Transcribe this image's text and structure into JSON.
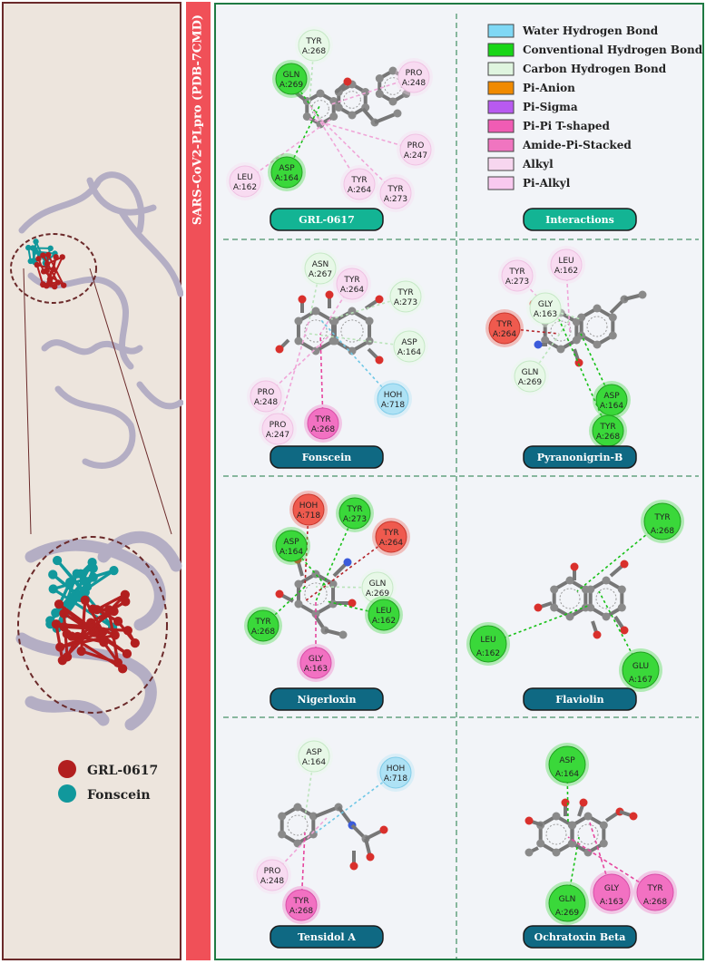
{
  "title": "SARS-CoV2-PLpro (PDB-7CMD)",
  "structure_legend": [
    {
      "label": "GRL-0617",
      "color": "#b21f1f"
    },
    {
      "label": "Fonscein",
      "color": "#11989c"
    }
  ],
  "interaction_legend": [
    {
      "label": "Water Hydrogen Bond",
      "color": "#7fd8f5"
    },
    {
      "label": "Conventional Hydrogen Bond",
      "color": "#17d617"
    },
    {
      "label": "Carbon Hydrogen Bond",
      "color": "#dff5df"
    },
    {
      "label": "Pi-Anion",
      "color": "#f08a00"
    },
    {
      "label": "Pi-Sigma",
      "color": "#b85af0"
    },
    {
      "label": "Pi-Pi T-shaped",
      "color": "#f05cb4"
    },
    {
      "label": "Amide-Pi-Stacked",
      "color": "#f075c0"
    },
    {
      "label": "Alkyl",
      "color": "#f7d6ef"
    },
    {
      "label": "Pi-Alkyl",
      "color": "#f9c9ef"
    }
  ],
  "panels": [
    {
      "label": "GRL-0617",
      "residues": [
        {
          "name": "TYR",
          "num": "A:268",
          "type": "carbon"
        },
        {
          "name": "GLN",
          "num": "A:269",
          "type": "conv"
        },
        {
          "name": "PRO",
          "num": "A:248",
          "type": "alkyl"
        },
        {
          "name": "PRO",
          "num": "A:247",
          "type": "alkyl"
        },
        {
          "name": "ASP",
          "num": "A:164",
          "type": "conv"
        },
        {
          "name": "LEU",
          "num": "A:162",
          "type": "alkyl"
        },
        {
          "name": "TYR",
          "num": "A:264",
          "type": "alkyl"
        },
        {
          "name": "TYR",
          "num": "A:273",
          "type": "alkyl"
        }
      ]
    },
    {
      "label": "Interactions",
      "residues": []
    },
    {
      "label": "Fonscein",
      "residues": [
        {
          "name": "ASN",
          "num": "A:267",
          "type": "carbon"
        },
        {
          "name": "TYR",
          "num": "A:264",
          "type": "alkyl"
        },
        {
          "name": "TYR",
          "num": "A:273",
          "type": "carbon"
        },
        {
          "name": "ASP",
          "num": "A:164",
          "type": "carbon"
        },
        {
          "name": "HOH",
          "num": "A:718",
          "type": "water"
        },
        {
          "name": "PRO",
          "num": "A:248",
          "type": "alkyl"
        },
        {
          "name": "PRO",
          "num": "A:247",
          "type": "alkyl"
        },
        {
          "name": "TYR",
          "num": "A:268",
          "type": "pipi"
        }
      ]
    },
    {
      "label": "Pyranonigrin-B",
      "residues": [
        {
          "name": "TYR",
          "num": "A:273",
          "type": "alkyl"
        },
        {
          "name": "LEU",
          "num": "A:162",
          "type": "alkyl"
        },
        {
          "name": "GLY",
          "num": "A:163",
          "type": "carbon"
        },
        {
          "name": "TYR",
          "num": "A:264",
          "type": "unfav"
        },
        {
          "name": "GLN",
          "num": "A:269",
          "type": "carbon"
        },
        {
          "name": "ASP",
          "num": "A:164",
          "type": "conv"
        },
        {
          "name": "TYR",
          "num": "A:268",
          "type": "conv"
        }
      ]
    },
    {
      "label": "Nigerloxin",
      "residues": [
        {
          "name": "HOH",
          "num": "A:718",
          "type": "unfav"
        },
        {
          "name": "TYR",
          "num": "A:273",
          "type": "conv"
        },
        {
          "name": "ASP",
          "num": "A:164",
          "type": "conv"
        },
        {
          "name": "TYR",
          "num": "A:264",
          "type": "unfav"
        },
        {
          "name": "GLN",
          "num": "A:269",
          "type": "carbon"
        },
        {
          "name": "LEU",
          "num": "A:162",
          "type": "conv"
        },
        {
          "name": "TYR",
          "num": "A:268",
          "type": "conv"
        },
        {
          "name": "GLY",
          "num": "A:163",
          "type": "pipi"
        }
      ]
    },
    {
      "label": "Flaviolin",
      "residues": [
        {
          "name": "TYR",
          "num": "A:268",
          "type": "conv"
        },
        {
          "name": "LEU",
          "num": "A:162",
          "type": "conv"
        },
        {
          "name": "GLU",
          "num": "A:167",
          "type": "conv"
        }
      ]
    },
    {
      "label": "Tensidol A",
      "residues": [
        {
          "name": "ASP",
          "num": "A:164",
          "type": "carbon"
        },
        {
          "name": "HOH",
          "num": "A:718",
          "type": "water"
        },
        {
          "name": "PRO",
          "num": "A:248",
          "type": "alkyl"
        },
        {
          "name": "TYR",
          "num": "A:268",
          "type": "pipi"
        }
      ]
    },
    {
      "label": "Ochratoxin Beta",
      "residues": [
        {
          "name": "ASP",
          "num": "A:164",
          "type": "conv"
        },
        {
          "name": "GLN",
          "num": "A:269",
          "type": "conv"
        },
        {
          "name": "GLY",
          "num": "A:163",
          "type": "pipi"
        },
        {
          "name": "TYR",
          "num": "A:268",
          "type": "pipi"
        }
      ]
    }
  ]
}
